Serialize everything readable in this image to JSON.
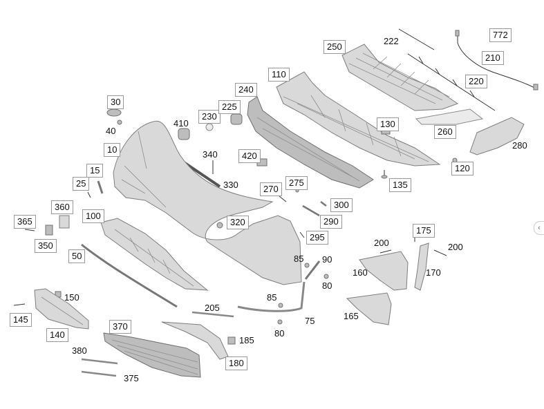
{
  "labels": [
    {
      "id": "772",
      "text": "772",
      "boxed": true
    },
    {
      "id": "222",
      "text": "222",
      "boxed": false
    },
    {
      "id": "250",
      "text": "250",
      "boxed": true
    },
    {
      "id": "210",
      "text": "210",
      "boxed": true
    },
    {
      "id": "220",
      "text": "220",
      "boxed": true
    },
    {
      "id": "110",
      "text": "110",
      "boxed": true
    },
    {
      "id": "240",
      "text": "240",
      "boxed": true
    },
    {
      "id": "30",
      "text": "30",
      "boxed": true
    },
    {
      "id": "40",
      "text": "40",
      "boxed": false
    },
    {
      "id": "410",
      "text": "410",
      "boxed": false
    },
    {
      "id": "230",
      "text": "230",
      "boxed": true
    },
    {
      "id": "225",
      "text": "225",
      "boxed": true
    },
    {
      "id": "130",
      "text": "130",
      "boxed": true
    },
    {
      "id": "260",
      "text": "260",
      "boxed": true
    },
    {
      "id": "280",
      "text": "280",
      "boxed": false
    },
    {
      "id": "10",
      "text": "10",
      "boxed": true
    },
    {
      "id": "340",
      "text": "340",
      "boxed": false
    },
    {
      "id": "420",
      "text": "420",
      "boxed": true
    },
    {
      "id": "120",
      "text": "120",
      "boxed": true
    },
    {
      "id": "15",
      "text": "15",
      "boxed": true
    },
    {
      "id": "25",
      "text": "25",
      "boxed": true
    },
    {
      "id": "330",
      "text": "330",
      "boxed": false
    },
    {
      "id": "270",
      "text": "270",
      "boxed": true
    },
    {
      "id": "275",
      "text": "275",
      "boxed": true
    },
    {
      "id": "135",
      "text": "135",
      "boxed": true
    },
    {
      "id": "300",
      "text": "300",
      "boxed": true
    },
    {
      "id": "360",
      "text": "360",
      "boxed": true
    },
    {
      "id": "100",
      "text": "100",
      "boxed": true
    },
    {
      "id": "365",
      "text": "365",
      "boxed": true
    },
    {
      "id": "320",
      "text": "320",
      "boxed": true
    },
    {
      "id": "290",
      "text": "290",
      "boxed": true
    },
    {
      "id": "350",
      "text": "350",
      "boxed": true
    },
    {
      "id": "175",
      "text": "175",
      "boxed": true
    },
    {
      "id": "295",
      "text": "295",
      "boxed": true
    },
    {
      "id": "200a",
      "text": "200",
      "boxed": false
    },
    {
      "id": "200b",
      "text": "200",
      "boxed": false
    },
    {
      "id": "50",
      "text": "50",
      "boxed": true
    },
    {
      "id": "85a",
      "text": "85",
      "boxed": false
    },
    {
      "id": "90",
      "text": "90",
      "boxed": false
    },
    {
      "id": "160",
      "text": "160",
      "boxed": false
    },
    {
      "id": "170",
      "text": "170",
      "boxed": false
    },
    {
      "id": "80a",
      "text": "80",
      "boxed": false
    },
    {
      "id": "150",
      "text": "150",
      "boxed": false
    },
    {
      "id": "85b",
      "text": "85",
      "boxed": false
    },
    {
      "id": "205",
      "text": "205",
      "boxed": false
    },
    {
      "id": "145",
      "text": "145",
      "boxed": true
    },
    {
      "id": "75",
      "text": "75",
      "boxed": false
    },
    {
      "id": "165",
      "text": "165",
      "boxed": false
    },
    {
      "id": "370",
      "text": "370",
      "boxed": true
    },
    {
      "id": "140",
      "text": "140",
      "boxed": true
    },
    {
      "id": "80b",
      "text": "80",
      "boxed": false
    },
    {
      "id": "185",
      "text": "185",
      "boxed": false
    },
    {
      "id": "380",
      "text": "380",
      "boxed": false
    },
    {
      "id": "180",
      "text": "180",
      "boxed": true
    },
    {
      "id": "375",
      "text": "375",
      "boxed": false
    }
  ],
  "side_toggle": {
    "glyph": "‹",
    "icon": "chevron-left-icon"
  },
  "colors": {
    "part_fill": "#d9d9d9",
    "part_stroke": "#7d7d7d",
    "label_border": "#999999"
  }
}
